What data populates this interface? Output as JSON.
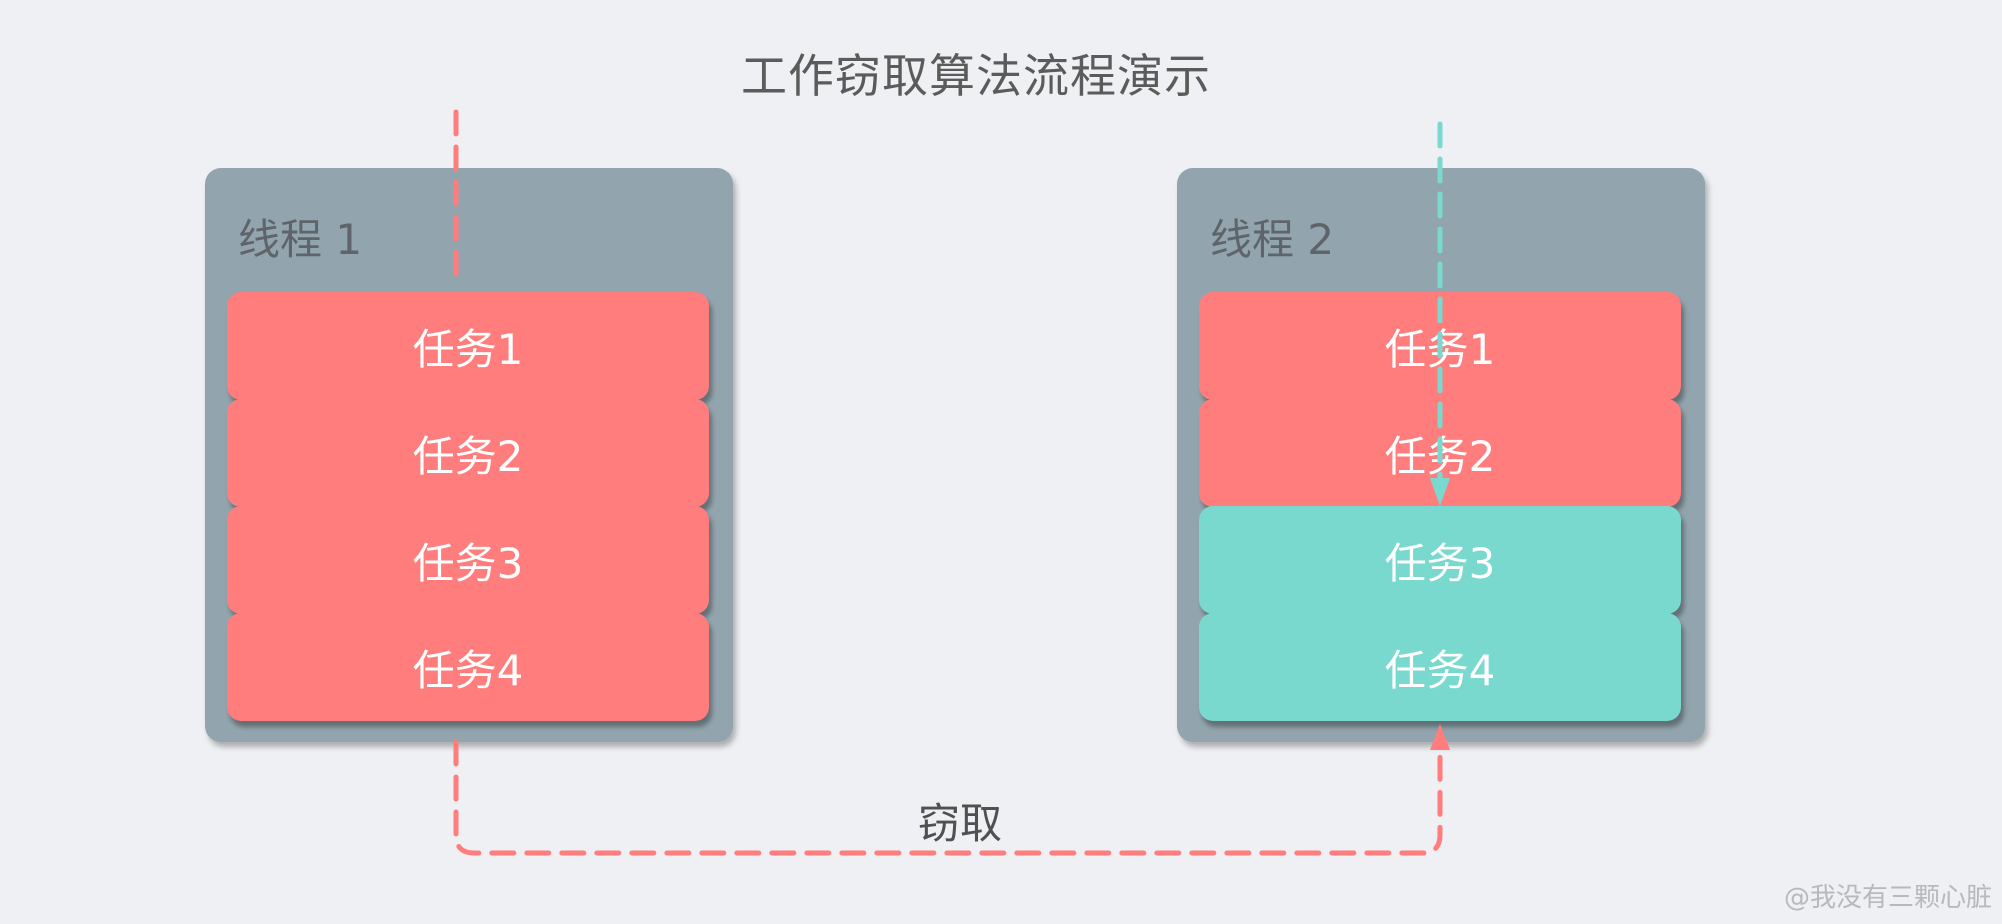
{
  "title": "工作窃取算法流程演示",
  "colors": {
    "background": "#eef0f3",
    "thread_panel": "#92a4ad",
    "task_owned": "#ff7d7d",
    "task_stolen": "#79d9cf",
    "arrow_steal": "#ff7d7d",
    "arrow_own": "#79d9cf"
  },
  "threads": [
    {
      "label": "线程 1",
      "tasks": [
        {
          "label": "任务1",
          "color": "#ff7d7d"
        },
        {
          "label": "任务2",
          "color": "#ff7d7d"
        },
        {
          "label": "任务3",
          "color": "#ff7d7d"
        },
        {
          "label": "任务4",
          "color": "#ff7d7d"
        }
      ]
    },
    {
      "label": "线程 2",
      "tasks": [
        {
          "label": "任务1",
          "color": "#ff7d7d"
        },
        {
          "label": "任务2",
          "color": "#ff7d7d"
        },
        {
          "label": "任务3",
          "color": "#79d9cf"
        },
        {
          "label": "任务4",
          "color": "#79d9cf"
        }
      ]
    }
  ],
  "steal_label": "窃取",
  "watermark": "@我没有三颗心脏"
}
